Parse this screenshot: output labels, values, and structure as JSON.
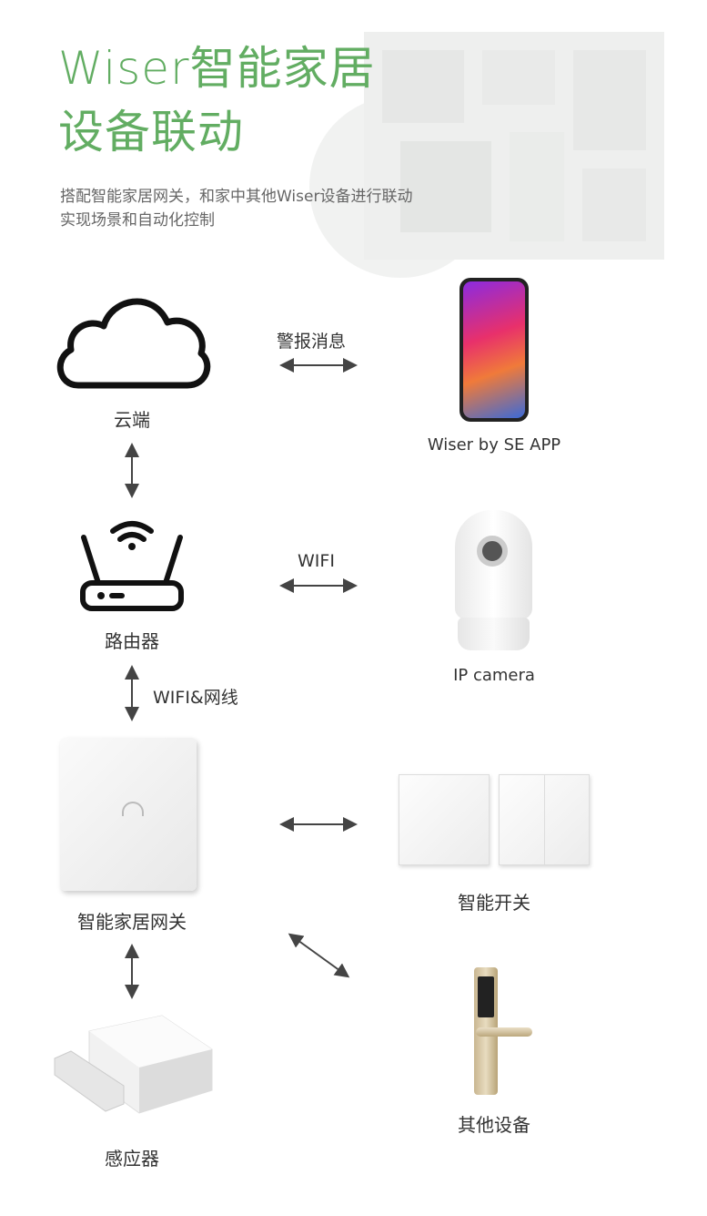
{
  "header": {
    "title_line1": "Wiser智能家居",
    "title_line2": "设备联动",
    "subtitle_line1": "搭配智能家居网关，和家中其他Wiser设备进行联动",
    "subtitle_line2": "实现场景和自动化控制"
  },
  "nodes": {
    "cloud": "云端",
    "router": "路由器",
    "gateway": "智能家居网关",
    "sensor": "感应器",
    "app": "Wiser by SE APP",
    "camera": "IP camera",
    "switch": "智能开关",
    "other": "其他设备"
  },
  "links": {
    "cloud_app": "警报消息",
    "router_camera": "WIFI",
    "router_gateway": "WIFI&网线"
  },
  "colors": {
    "accent": "#62ad62",
    "text": "#333333"
  }
}
